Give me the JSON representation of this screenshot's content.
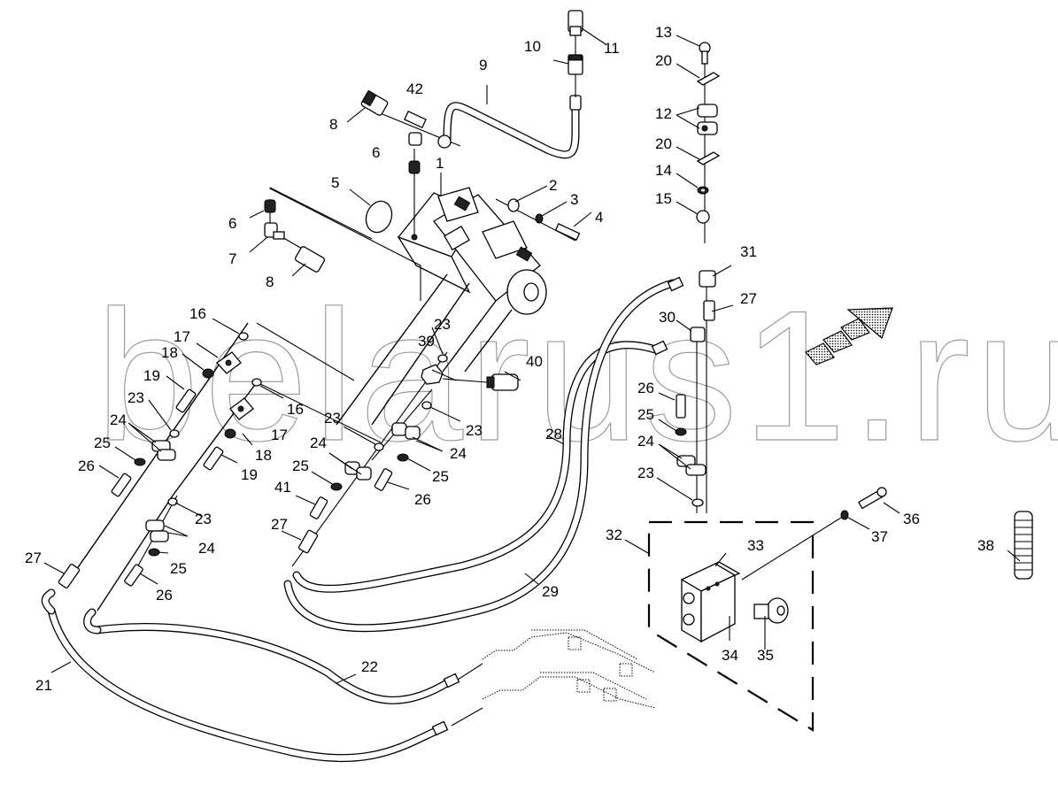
{
  "diagram": {
    "title": "Hydraulic lines and valve block assembly (exploded parts view)",
    "watermark": "belarus1.ru",
    "callouts": {
      "c1": "1",
      "c2": "2",
      "c3": "3",
      "c4": "4",
      "c5": "5",
      "c6a": "6",
      "c6b": "6",
      "c7": "7",
      "c8a": "8",
      "c8b": "8",
      "c9": "9",
      "c10": "10",
      "c11": "11",
      "c12": "12",
      "c13": "13",
      "c14": "14",
      "c15": "15",
      "c16a": "16",
      "c16b": "16",
      "c17a": "17",
      "c17b": "17",
      "c18a": "18",
      "c18b": "18",
      "c19a": "19",
      "c19b": "19",
      "c20a": "20",
      "c20b": "20",
      "c21": "21",
      "c22": "22",
      "c23a": "23",
      "c23b": "23",
      "c23c": "23",
      "c23d": "23",
      "c23e": "23",
      "c23f": "23",
      "c24a": "24",
      "c24b": "24",
      "c24c": "24",
      "c24d": "24",
      "c24e": "24",
      "c25a": "25",
      "c25b": "25",
      "c25c": "25",
      "c25d": "25",
      "c25e": "25",
      "c26a": "26",
      "c26b": "26",
      "c26c": "26",
      "c26d": "26",
      "c27a": "27",
      "c27b": "27",
      "c27c": "27",
      "c28": "28",
      "c29": "29",
      "c30": "30",
      "c31": "31",
      "c32": "32",
      "c33": "33",
      "c34": "34",
      "c35": "35",
      "c36": "36",
      "c37": "37",
      "c38": "38",
      "c39": "39",
      "c40": "40",
      "c41": "41",
      "c42": "42"
    }
  }
}
